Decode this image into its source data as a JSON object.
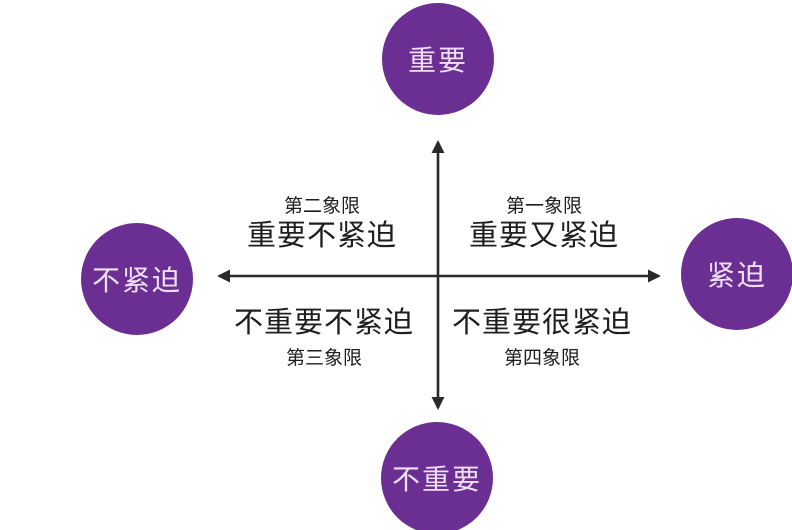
{
  "nodes": {
    "top": {
      "label": "重要"
    },
    "right": {
      "label": "紧迫"
    },
    "bottom": {
      "label": "不重要"
    },
    "left": {
      "label": "不紧迫"
    }
  },
  "quadrants": {
    "q1": {
      "name": "第一象限",
      "desc": "重要又紧迫"
    },
    "q2": {
      "name": "第二象限",
      "desc": "重要不紧迫"
    },
    "q3": {
      "name": "第三象限",
      "desc": "不重要不紧迫"
    },
    "q4": {
      "name": "第四象限",
      "desc": "不重要很紧迫"
    }
  },
  "colors": {
    "background": "#ffffff",
    "circle-fill": "#6b2e92",
    "circle-text": "#eedff6",
    "axis": "#2a2a2a",
    "label-text": "#1e1e1e"
  }
}
